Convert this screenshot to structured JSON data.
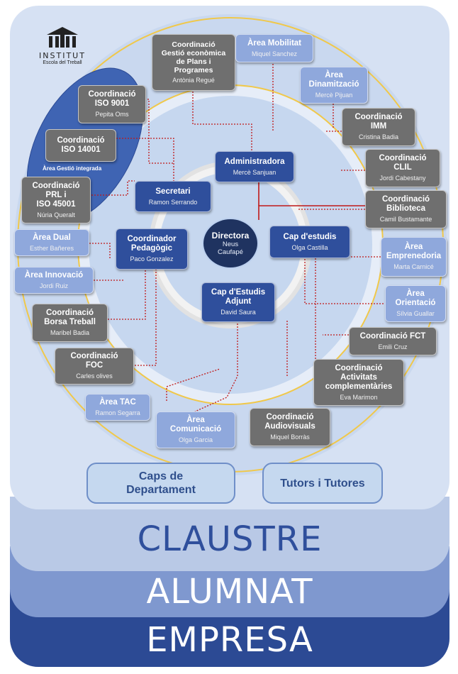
{
  "logo": {
    "name": "INSTITUT",
    "subtitle": "Escola del Treball"
  },
  "layers": {
    "claustre": "CLAUSTRE",
    "alumnat": "ALUMNAT",
    "empresa": "EMPRESA"
  },
  "colors": {
    "center_fill": "#1f3360",
    "management": "#2f4f9c",
    "coordination": "#6f6f6f",
    "area": "#8fa8dc",
    "ring": "#f0c84a",
    "connector": "#c01818",
    "claustre_layer": "#b9c9e6",
    "alumnat_layer": "#7f98cf",
    "empresa_layer": "#2c4a94"
  },
  "director": {
    "title": "Directora",
    "name1": "Neus",
    "name2": "Caufapé"
  },
  "management": {
    "administradora": {
      "title": "Administradora",
      "name": "Mercè Sanjuan"
    },
    "secretari": {
      "title": "Secretari",
      "name": "Ramon Serrando"
    },
    "coordinador_pedagogic": {
      "title": "Coordinador\nPedagògic",
      "name": "Paco Gonzalez"
    },
    "cap_estudis": {
      "title": "Cap d'estudis",
      "name": "Olga Castilla"
    },
    "cap_estudis_adjunt": {
      "title": "Cap d'Estudis\nAdjunt",
      "name": "David Saura"
    }
  },
  "gestio_integrada_label": "Àrea Gestió integrada",
  "nodes": {
    "gestio_economica": {
      "title": "Coordinació\nGestió econòmica\nde Plans i\nProgrames",
      "name": "Antònia Regué"
    },
    "mobilitat": {
      "title": "Àrea Mobilitat",
      "name": "Miquel Sanchez"
    },
    "dinamitzacio": {
      "title": "Àrea\nDinamització",
      "name": "Mercè Pijuan"
    },
    "imm": {
      "title": "Coordinació\nIMM",
      "name": "Cristina Badia"
    },
    "clil": {
      "title": "Coordinació\nCLIL",
      "name": "Jordi Cabestany"
    },
    "biblioteca": {
      "title": "Coordinació\nBiblioteca",
      "name": "Camil Bustamante"
    },
    "emprenedoria": {
      "title": "Àrea\nEmprenedoria",
      "name": "Marta Carnicé"
    },
    "orientacio": {
      "title": "Àrea\nOrientació",
      "name": "Sílvia Guallar"
    },
    "fct": {
      "title": "Coordinació FCT",
      "name": "Emili Cruz"
    },
    "activitats": {
      "title": "Coordinació\nActivitats\ncomplementàries",
      "name": "Eva Marimon"
    },
    "audiovisuals": {
      "title": "Coordinació\nAudiovisuals",
      "name": "Miquel Borràs"
    },
    "comunicacio": {
      "title": "Àrea\nComunicació",
      "name": "Olga Garcia"
    },
    "tac": {
      "title": "Àrea TAC",
      "name": "Ramon Segarra"
    },
    "foc": {
      "title": "Coordinació\nFOC",
      "name": "Carles olives"
    },
    "borsa": {
      "title": "Coordinació\nBorsa Treball",
      "name": "Maribel Badia"
    },
    "innovacio": {
      "title": "Àrea Innovació",
      "name": "Jordi Ruiz"
    },
    "dual": {
      "title": "Àrea Dual",
      "name": "Esther Bañeres"
    },
    "prl": {
      "title": "Coordinació\nPRL  i\nISO 45001",
      "name": "Núria Queralt"
    },
    "iso14001": {
      "title": "Coordinació\nISO 14001",
      "name": ""
    },
    "iso9001": {
      "title": "Coordinació\nISO 9001",
      "name": "Pepita Oms"
    }
  },
  "bottom": {
    "caps_departament": "Caps de\nDepartament",
    "tutors": "Tutors i Tutores"
  }
}
